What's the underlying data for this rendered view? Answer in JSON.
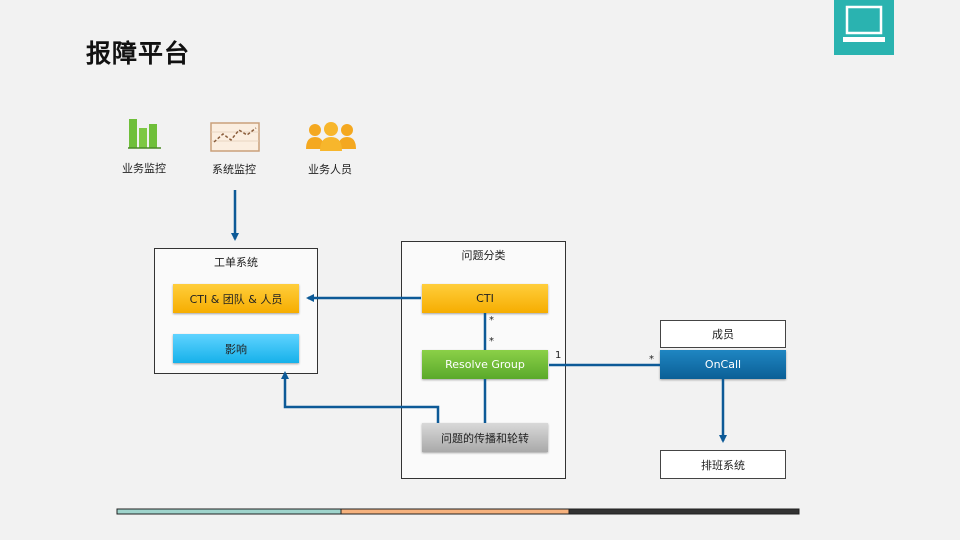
{
  "page": {
    "title": "报障平台"
  },
  "sources": [
    {
      "label": "业务监控",
      "icon": "bar-chart-icon"
    },
    {
      "label": "系统监控",
      "icon": "line-chart-icon"
    },
    {
      "label": "业务人员",
      "icon": "people-icon"
    }
  ],
  "ticket_system": {
    "title": "工单系统",
    "items": [
      "CTI & 团队 & 人员",
      "影响"
    ]
  },
  "classification": {
    "title": "问题分类",
    "cti": "CTI",
    "resolve_group": "Resolve Group",
    "propagation": "问题的传播和轮转"
  },
  "oncall": {
    "member": "成员",
    "oncall": "OnCall",
    "schedule": "排班系统"
  },
  "multiplicity": {
    "cti_star": "*",
    "rg_star": "*",
    "rg_one": "1",
    "oncall_star": "*"
  },
  "colors": {
    "accent_teal": "#2ab3b0",
    "arrow_blue": "#0d5a97",
    "node_yellow": "#f6ad00",
    "node_cyan": "#16b1ea",
    "node_green": "#5aa92a",
    "node_gray": "#a9a9a9",
    "node_blue": "#0b5f96"
  }
}
